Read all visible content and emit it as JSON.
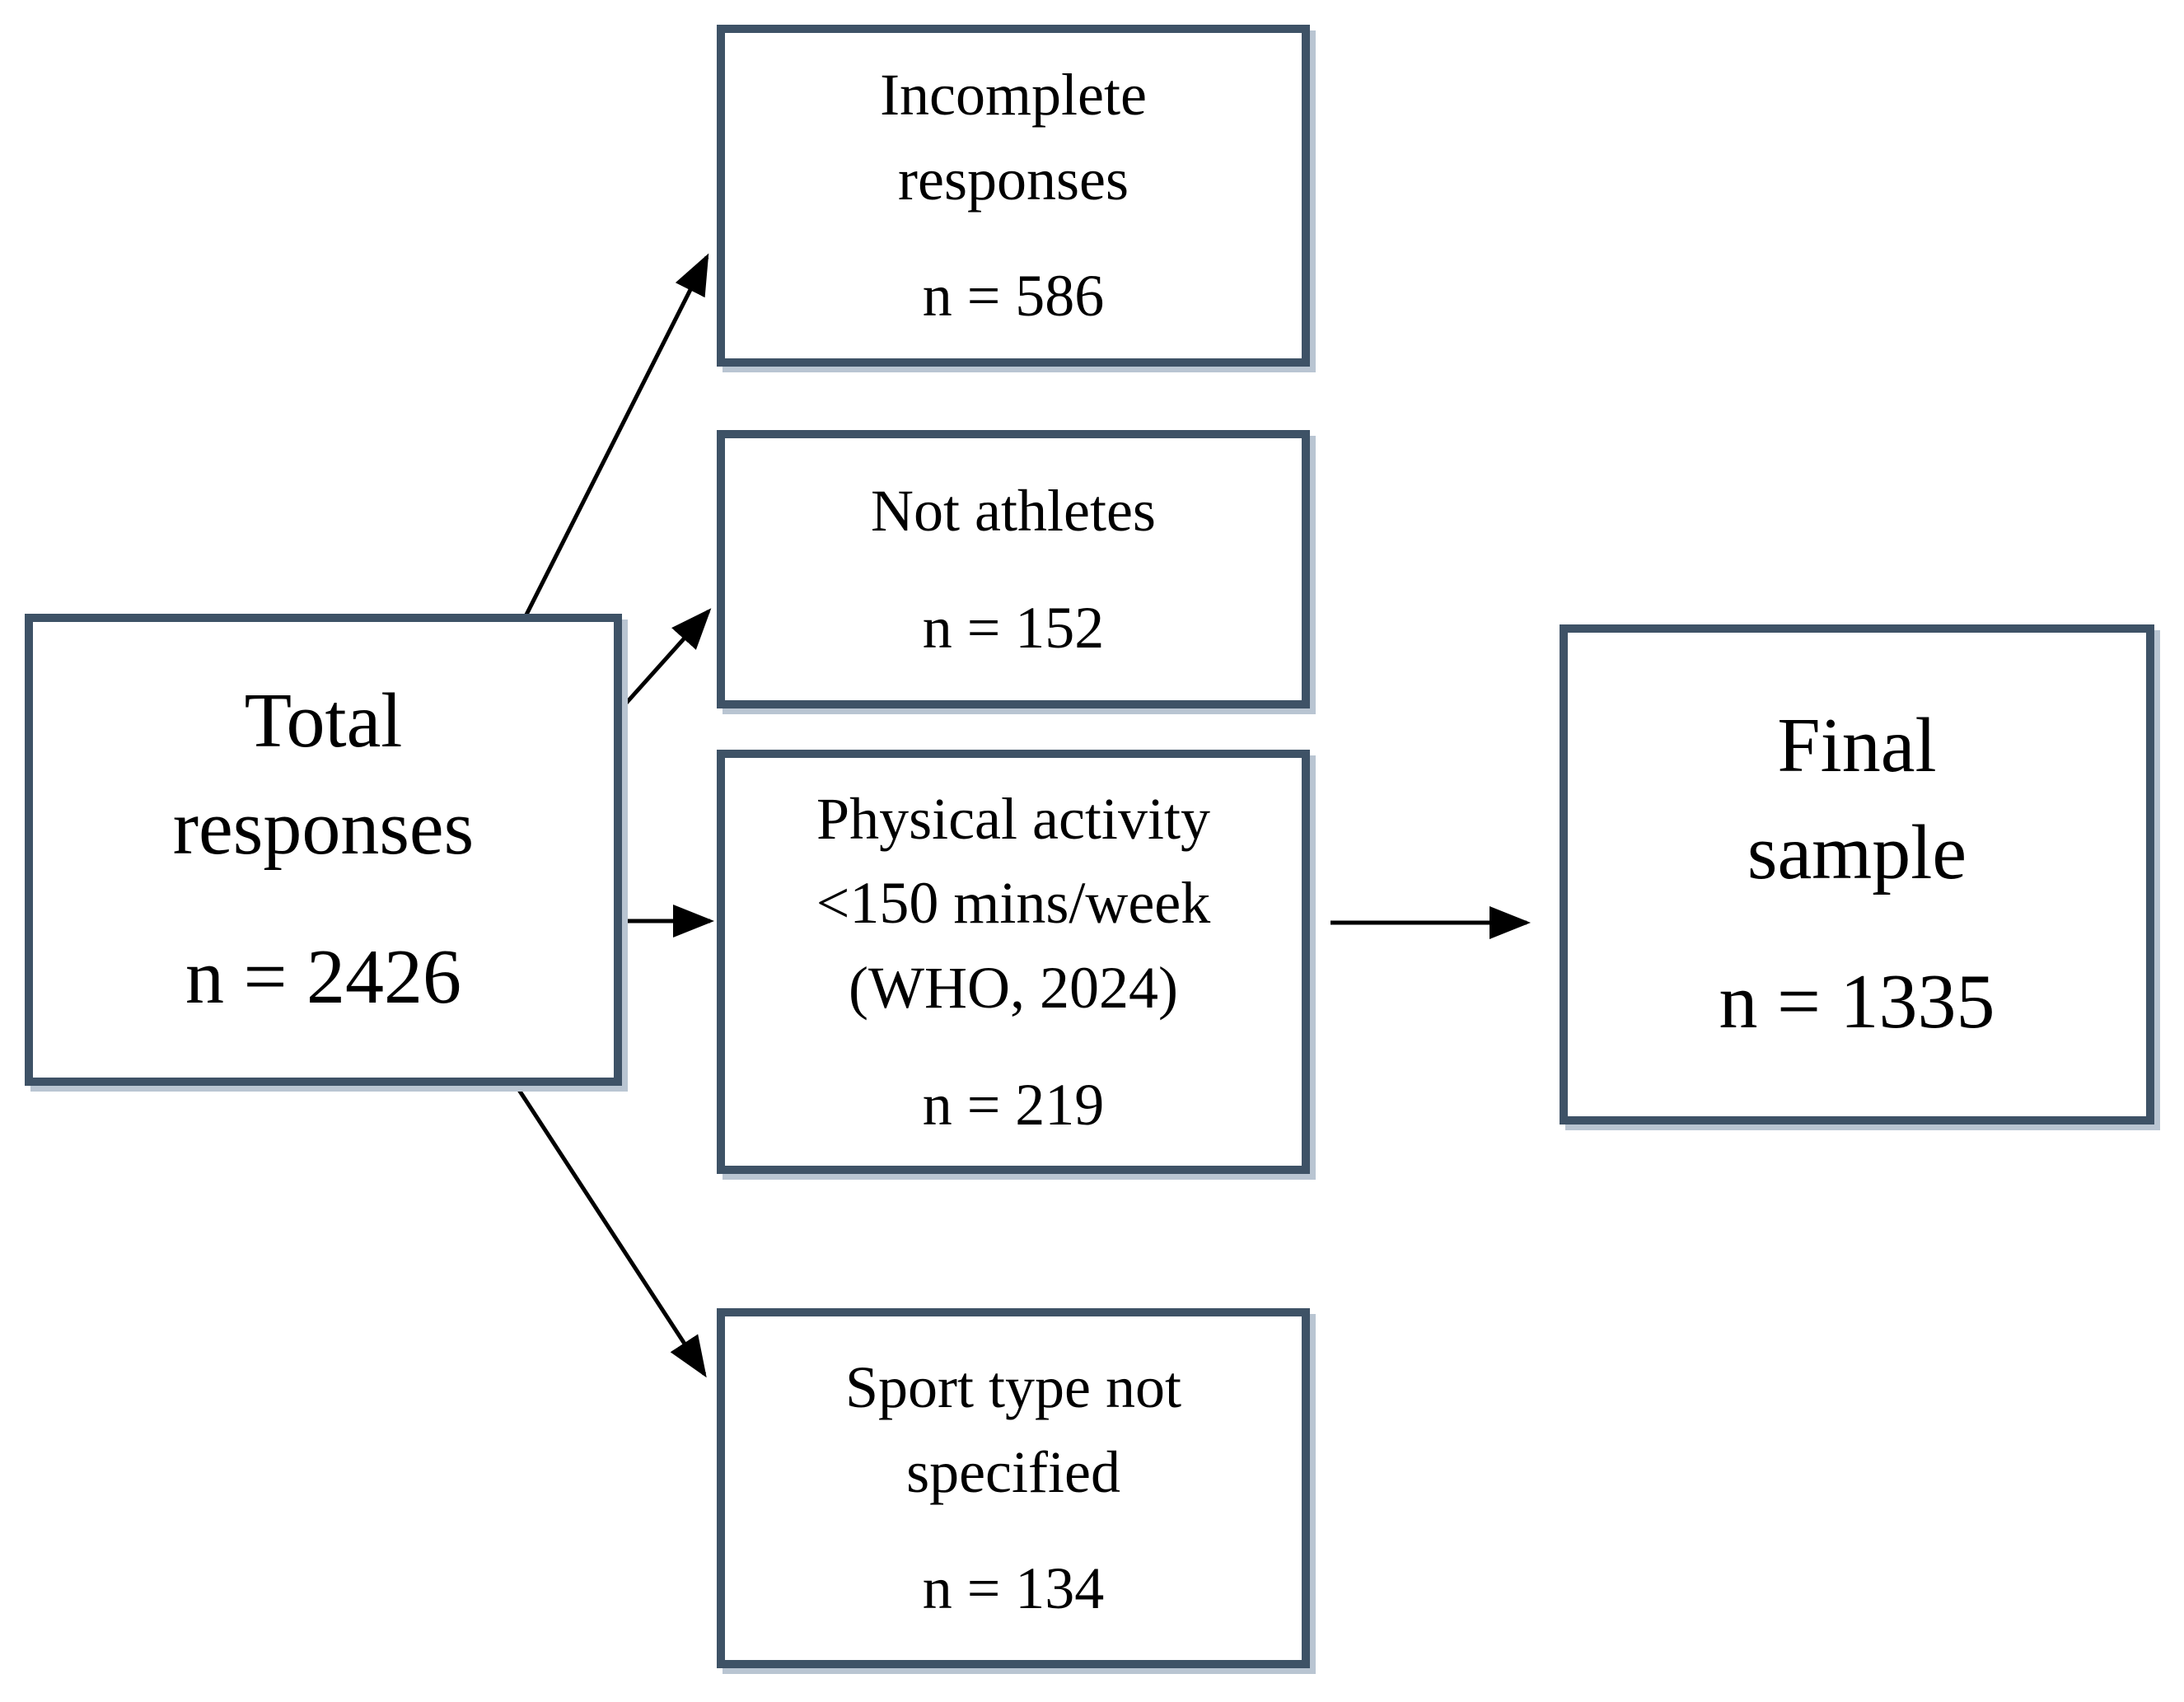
{
  "figure": {
    "type": "participant-flow-diagram",
    "background_color": "#ffffff",
    "box_border_color": "#3e5266",
    "box_shadow_color": "#b9c5d2",
    "arrow_color": "#000000",
    "text_color": "#000000"
  },
  "boxes": {
    "total": {
      "lines": [
        "Total",
        "responses"
      ],
      "n": "n = 2426"
    },
    "incomplete": {
      "lines": [
        "Incomplete",
        "responses"
      ],
      "n": "n = 586"
    },
    "not_athletes": {
      "lines": [
        "Not athletes"
      ],
      "n": "n = 152"
    },
    "physical_activity": {
      "lines": [
        "Physical activity",
        "<150 mins/week",
        "(WHO, 2024)"
      ],
      "n": "n = 219"
    },
    "sport_type": {
      "lines": [
        "Sport type not",
        "specified"
      ],
      "n": "n = 134"
    },
    "final": {
      "lines": [
        "Final",
        "sample"
      ],
      "n": "n = 1335"
    }
  },
  "connections": [
    {
      "from": "total",
      "to": "incomplete"
    },
    {
      "from": "total",
      "to": "not_athletes"
    },
    {
      "from": "total",
      "to": "physical_activity"
    },
    {
      "from": "total",
      "to": "sport_type"
    },
    {
      "from": "physical_activity",
      "to": "final"
    }
  ]
}
